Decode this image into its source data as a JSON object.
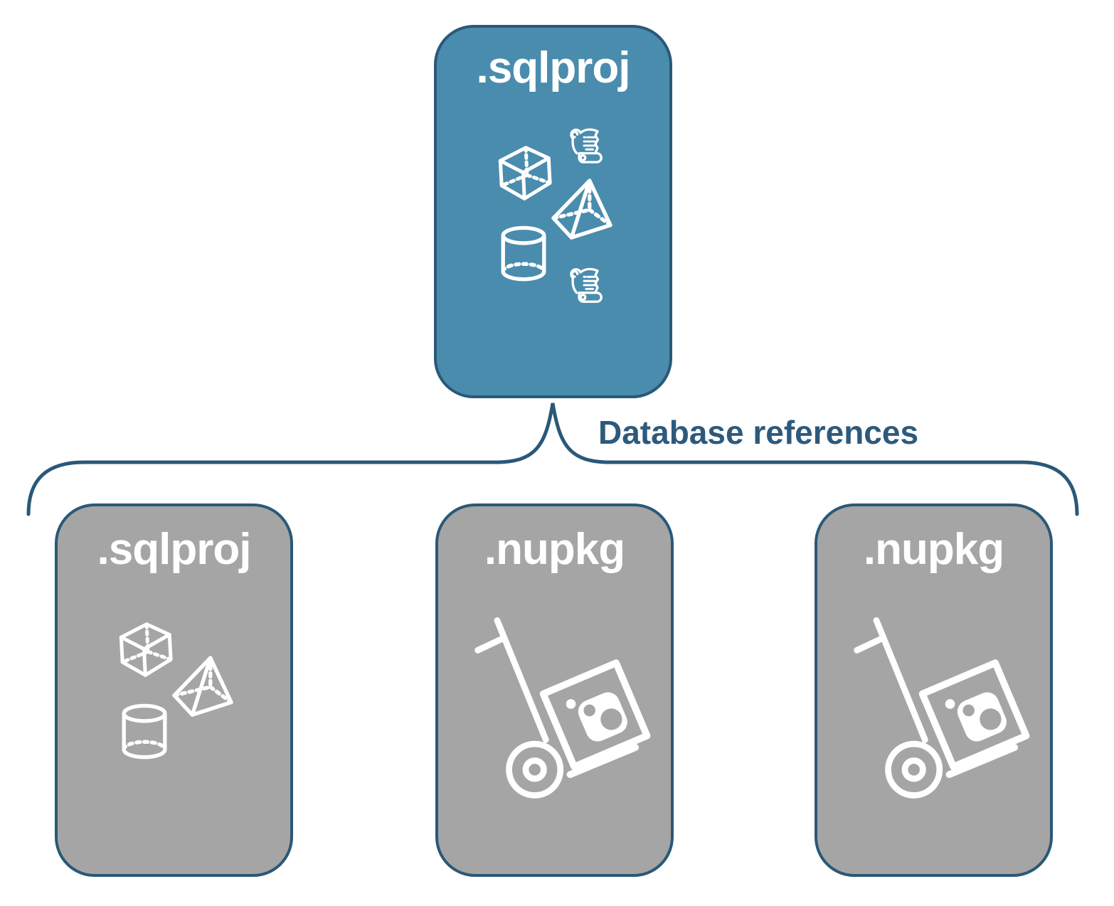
{
  "colors": {
    "accent": "#4a8cad",
    "gray": "#a5a5a5",
    "border": "#2a5878",
    "label": "#2d5a7c",
    "icon": "#ffffff"
  },
  "root_box": {
    "label": ".sqlproj",
    "icons": [
      "scroll-icon",
      "cube-icon",
      "pyramid-icon",
      "cylinder-icon",
      "scroll-icon"
    ]
  },
  "connector": {
    "label": "Database references"
  },
  "child_boxes": [
    {
      "label": ".sqlproj",
      "icons": [
        "cube-icon",
        "pyramid-icon",
        "cylinder-icon"
      ]
    },
    {
      "label": ".nupkg",
      "icons": [
        "hand-truck-package-icon"
      ]
    },
    {
      "label": ".nupkg",
      "icons": [
        "hand-truck-package-icon"
      ]
    }
  ]
}
